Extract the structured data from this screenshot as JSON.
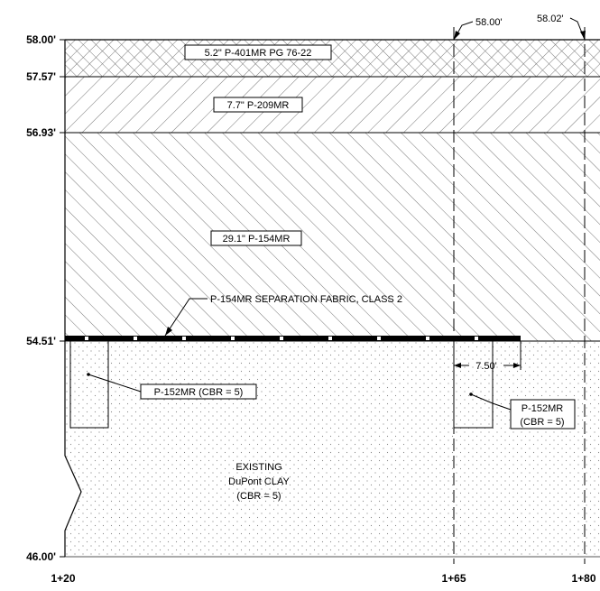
{
  "elevations": [
    {
      "id": "e1",
      "label": "58.00'"
    },
    {
      "id": "e2",
      "label": "57.57'"
    },
    {
      "id": "e3",
      "label": "56.93'"
    },
    {
      "id": "e4",
      "label": "54.51'"
    },
    {
      "id": "e5",
      "label": "46.00'"
    }
  ],
  "stations": [
    {
      "id": "s1",
      "label": "1+20"
    },
    {
      "id": "s2",
      "label": "1+65"
    },
    {
      "id": "s3",
      "label": "1+80"
    }
  ],
  "top_callouts": {
    "left": "58.00'",
    "right": "58.02'"
  },
  "layers": {
    "surface": "5.2\" P-401MR PG 76-22",
    "base": "7.7\" P-209MR",
    "subbase": "29.1\" P-154MR"
  },
  "fabric_note": "P-154MR SEPARATION FABRIC, CLASS 2",
  "subgrade_left": "P-152MR (CBR = 5)",
  "subgrade_right": {
    "line1": "P-152MR",
    "line2": "(CBR = 5)"
  },
  "existing": {
    "line1": "EXISTING",
    "line2": "DuPont CLAY",
    "line3": "(CBR = 5)"
  },
  "dimension": "7.50'"
}
